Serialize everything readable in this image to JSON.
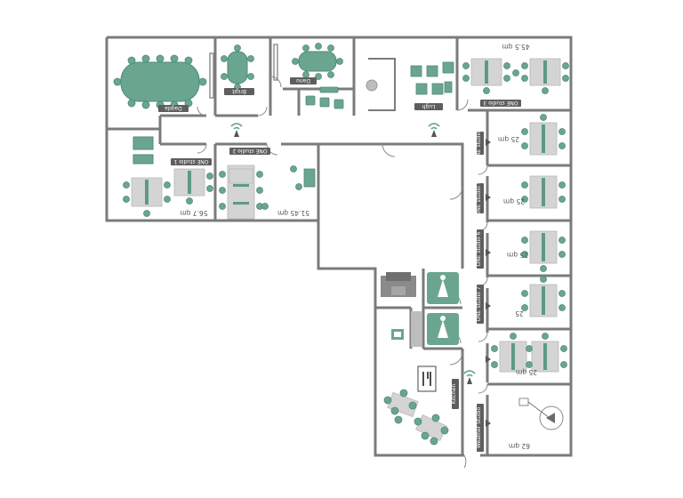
{
  "colors": {
    "wall": "#7b7b7b",
    "furniture": "#6aa68f",
    "desk": "#d4d4d4",
    "label_bg": "#5e5e5e"
  },
  "rooms": {
    "dagda": "Dagda",
    "ONE_studio_1": "ONE studio 1",
    "ONE_studio_2": "ONE studio 2",
    "ONE_studio_3": "ONE studio 3",
    "ONE_studio_4": "ONE studio 4",
    "ONE_studio_5": "ONE studio 5",
    "ONE_studio_6": "ONE studio 6",
    "ONE_studio_7": "ONE studio 7",
    "danu": "Danu",
    "brigit": "Brigit",
    "lugh": "Lugh",
    "kitchen": "Kitchen",
    "weather_studio": "Weather Studio"
  },
  "areas": {
    "a1": "56.7 qm",
    "a2": "51.45 qm",
    "a3": "45.5 qm",
    "a4": "25 qm",
    "a5": "25 qm",
    "a6": "25 qm",
    "a7": "25",
    "a8": "25 qm",
    "a9": "62 qm"
  },
  "icons": {
    "wifi": "wifi-access-point-icon",
    "toilet": "restroom-icon",
    "kitchen": "fork-knife-icon",
    "printer": "printer-icon",
    "camera": "camera-icon"
  }
}
